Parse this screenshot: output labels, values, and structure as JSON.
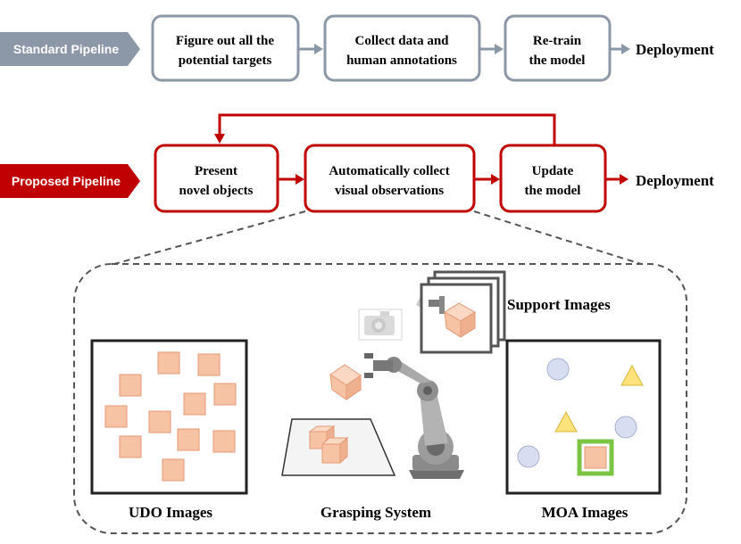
{
  "colors": {
    "standard_gray": "#8c97a8",
    "standard_arrow": "#8a97a6",
    "proposed_red": "#c00000",
    "cube_fill": "#f6c3a5",
    "cube_stroke": "#e59a77",
    "circle_fill": "#d8def2",
    "triangle_fill": "#ffe27a",
    "highlight_green": "#7cc544",
    "frame_dark": "#222222"
  },
  "standard": {
    "label": "Standard Pipeline",
    "step1": {
      "line1": "Figure out all the",
      "line2": "potential targets"
    },
    "step2": {
      "line1": "Collect data and",
      "line2": "human annotations"
    },
    "step3": {
      "line1": "Re-train",
      "line2": "the model"
    },
    "deployment": "Deployment"
  },
  "proposed": {
    "label": "Proposed Pipeline",
    "step1": {
      "line1": "Present",
      "line2": "novel objects"
    },
    "step2": {
      "line1": "Automatically collect",
      "line2": "visual observations"
    },
    "step3": {
      "line1": "Update",
      "line2": "the model"
    },
    "deployment": "Deployment"
  },
  "detail": {
    "udo_label": "UDO Images",
    "grasping_label": "Grasping System",
    "moa_label": "MOA Images",
    "support_label": "Support Images"
  },
  "icons": {
    "cube": "cube-icon",
    "robot_arm": "robot-arm-icon",
    "camera": "camera-icon",
    "circle": "circle-icon",
    "triangle": "triangle-icon"
  }
}
